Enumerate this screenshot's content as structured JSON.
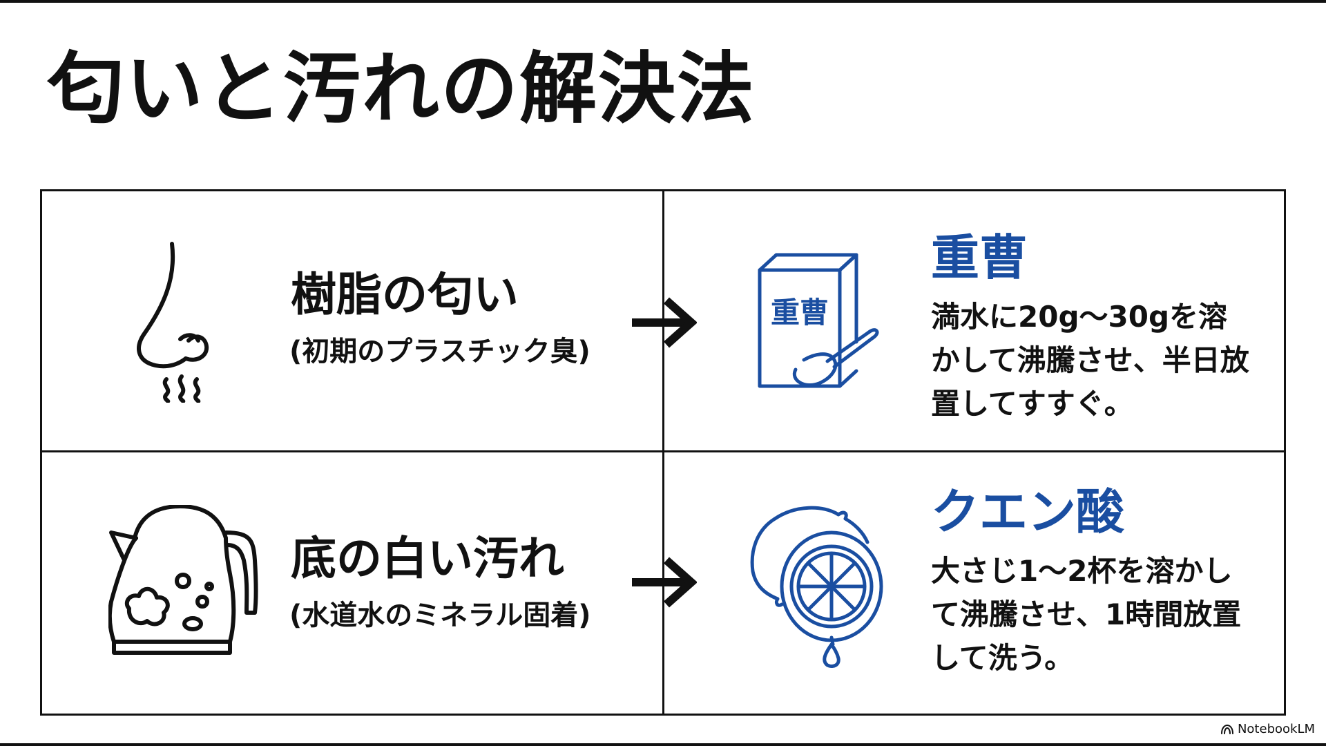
{
  "title": "匂いと汚れの解決法",
  "accent_color": "#1a4ea1",
  "rows": [
    {
      "problem": {
        "icon": "nose-smell-icon",
        "title": "樹脂の匂い",
        "subtitle": "(初期のプラスチック臭)"
      },
      "solution": {
        "icon": "baking-soda-box-icon",
        "box_label": "重曹",
        "title": "重曹",
        "description": "満水に20g〜30gを溶かして沸騰させ、半日放置してすすぐ。"
      }
    },
    {
      "problem": {
        "icon": "kettle-icon",
        "title": "底の白い汚れ",
        "subtitle": "(水道水のミネラル固着)"
      },
      "solution": {
        "icon": "lemon-icon",
        "title": "クエン酸",
        "description": "大さじ1〜2杯を溶かして沸騰させ、1時間放置して洗う。"
      }
    }
  ],
  "badge": {
    "icon": "notebooklm-logo-icon",
    "label": "NotebookLM"
  }
}
